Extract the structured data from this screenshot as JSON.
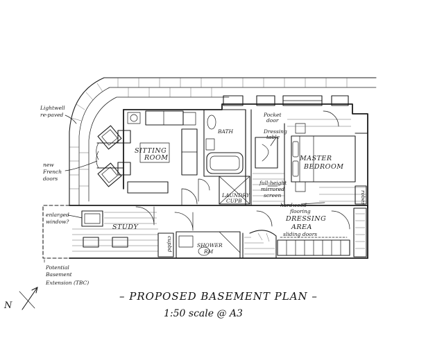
{
  "title": {
    "heading": "– PROPOSED BASEMENT PLAN –",
    "scale": "1:50 scale @ A3"
  },
  "north": {
    "label": "N"
  },
  "rooms": {
    "sitting_room": [
      "SITTING",
      "ROOM"
    ],
    "master_bedroom": [
      "MASTER",
      "BEDROOM"
    ],
    "bath": "BATH",
    "study": "STUDY",
    "dressing_area": [
      "DRESSING",
      "AREA"
    ],
    "shower_rm": [
      "SHOWER",
      "RM"
    ],
    "laundry": [
      "LAUNDRY",
      "CUPB"
    ]
  },
  "annotations": {
    "lightwell": [
      "Lightwell",
      "re-paved"
    ],
    "french_doors": [
      "new",
      "French",
      "doors"
    ],
    "enlarged_window": [
      "enlarged",
      "window?"
    ],
    "extension": [
      "Potential",
      "Basement",
      "Extension (TBC)"
    ],
    "pocket_door": [
      "Pocket",
      "door"
    ],
    "dressing_table": [
      "Dressing",
      "table"
    ],
    "full_height": [
      "full-height",
      "mirrored",
      "screen"
    ],
    "hardwood": [
      "hardwood",
      "flooring"
    ],
    "sliding_doors": "sliding doors",
    "robes": "robes",
    "cupbd": "cupbd"
  }
}
